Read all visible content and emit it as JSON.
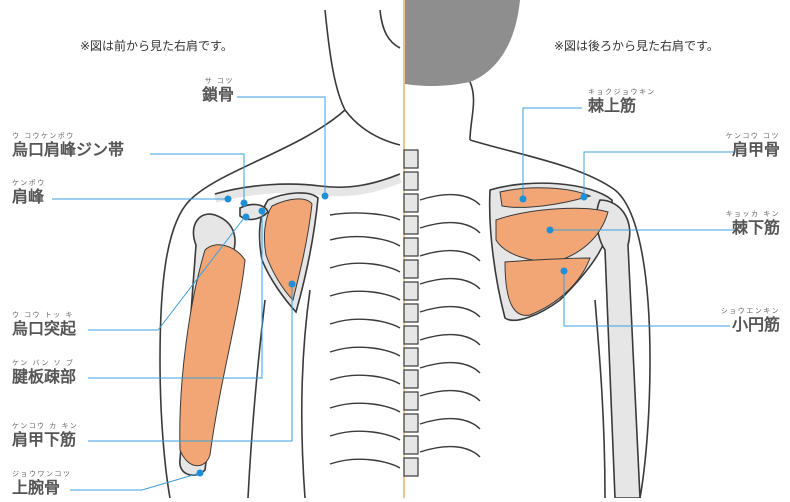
{
  "front": {
    "note": "※図は前から見た右肩です。",
    "labels": {
      "clavicle": {
        "ruby": "サ コツ",
        "name": "鎖骨"
      },
      "coracoacromial": {
        "ruby": "ウ コウケンポウ",
        "name": "烏口肩峰ジン帯"
      },
      "acromion": {
        "ruby": "ケンポウ",
        "name": "肩峰"
      },
      "coracoid": {
        "ruby": "ウ コウ トッ キ",
        "name": "烏口突起"
      },
      "tendon": {
        "ruby": "ケン バン ソ ブ",
        "name": "腱板疎部"
      },
      "subscapularis": {
        "ruby": "ケンコウ カ キン",
        "name": "肩甲下筋"
      },
      "humerus": {
        "ruby": "ジョウワンコツ",
        "name": "上腕骨"
      }
    }
  },
  "back": {
    "note": "※図は後ろから見た右肩です。",
    "labels": {
      "supraspinatus": {
        "ruby": "キョクジョウキン",
        "name": "棘上筋"
      },
      "scapula": {
        "ruby": "ケンコウ コツ",
        "name": "肩甲骨"
      },
      "infraspinatus": {
        "ruby": "キョッカ キン",
        "name": "棘下筋"
      },
      "teres_minor": {
        "ruby": "ショウエンキン",
        "name": "小円筋"
      }
    }
  },
  "colors": {
    "leader": "#3aa0d8",
    "dot": "#1e90d8",
    "muscle": "#f2a676",
    "outline": "#3a3a3a",
    "bone": "#e6e6e6",
    "divider": "#e0a040",
    "hair": "#8e8e8e"
  }
}
